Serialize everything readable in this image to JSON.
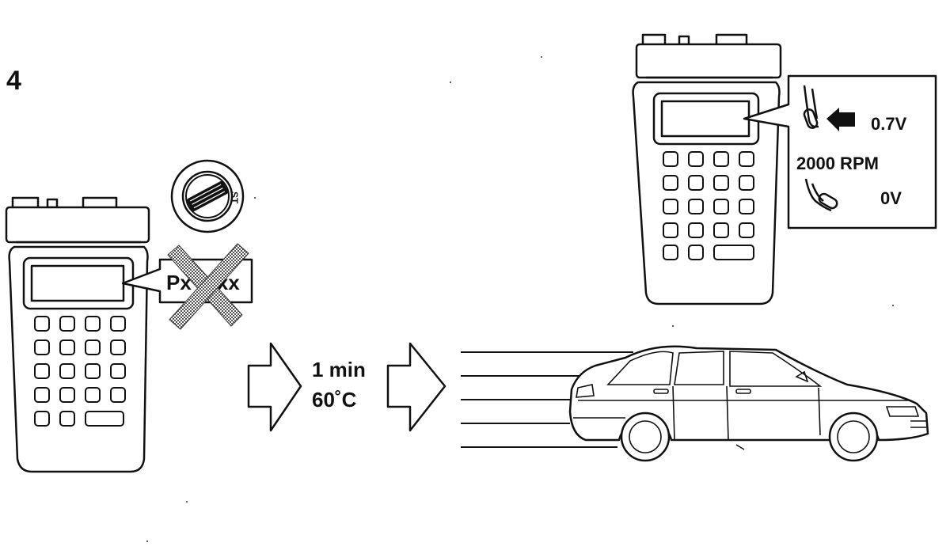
{
  "step_number": "4",
  "tester_left": {
    "callout_text": "Px",
    "callout_text_suffix": "xx",
    "crossed_out": true
  },
  "ignition_key": {
    "position_label": "ST"
  },
  "condition": {
    "time": "1 min",
    "temperature": "60˚C"
  },
  "tester_right": {
    "reading_high": "0.7V",
    "rpm": "2000 RPM",
    "reading_low": "0V"
  }
}
